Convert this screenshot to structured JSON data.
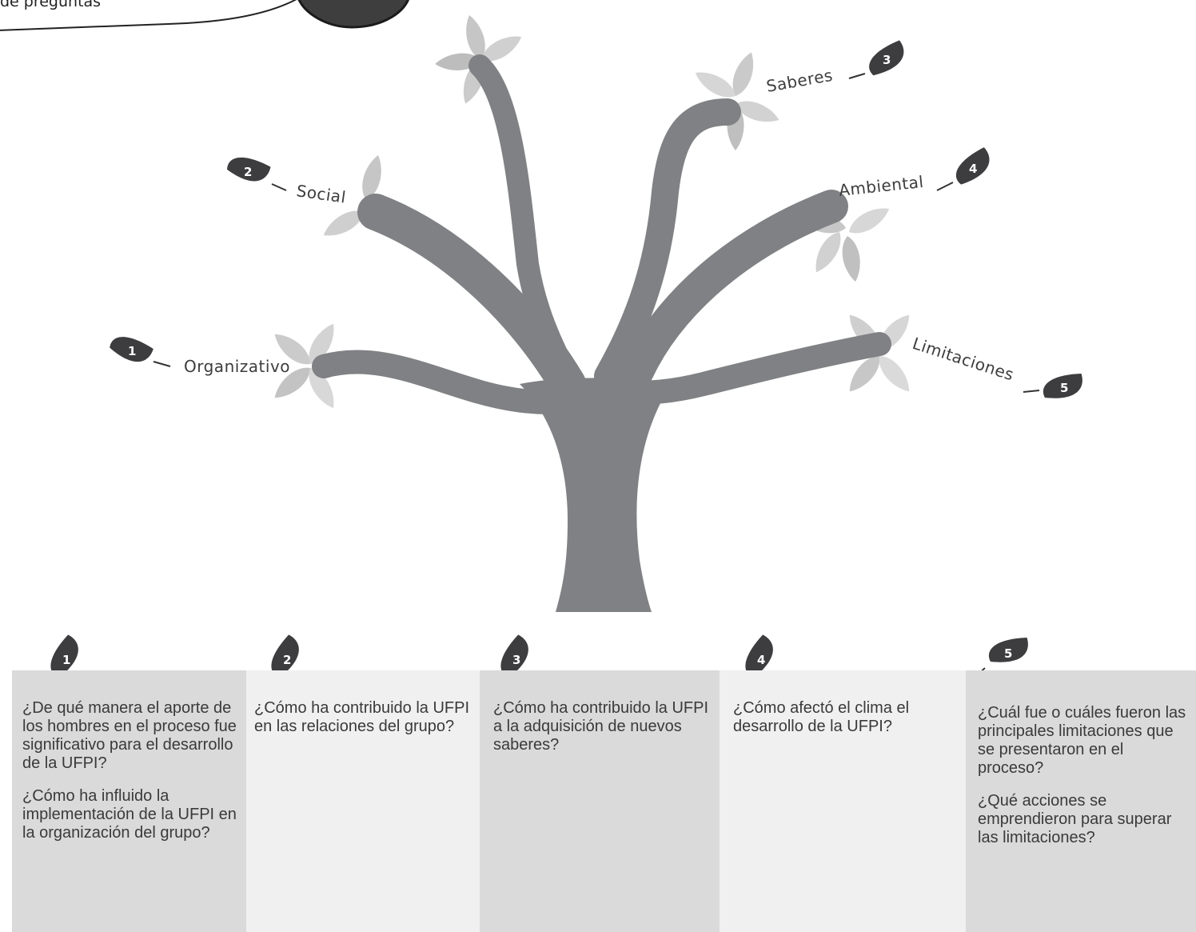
{
  "header": {
    "caption": "de preguntas"
  },
  "branches": [
    {
      "number": "1",
      "label": "Organizativo"
    },
    {
      "number": "2",
      "label": "Social"
    },
    {
      "number": "3",
      "label": "Saberes"
    },
    {
      "number": "4",
      "label": "Ambiental"
    },
    {
      "number": "5",
      "label": "Limitaciones"
    }
  ],
  "columns": [
    {
      "number": "1",
      "questions": [
        "¿De qué manera el aporte de los hombres en el proceso fue significativo para el desarrollo de la UFPI?",
        "¿Cómo ha influido la implementación de la UFPI en la organización del grupo?"
      ]
    },
    {
      "number": "2",
      "questions": [
        "¿Cómo ha contribuido la UFPI en las relaciones del grupo?"
      ]
    },
    {
      "number": "3",
      "questions": [
        "¿Cómo ha contribuido la UFPI a la adquisición de nuevos saberes?"
      ]
    },
    {
      "number": "4",
      "questions": [
        "¿Cómo afectó el clima el desarrollo de la UFPI?"
      ]
    },
    {
      "number": "5",
      "questions": [
        "¿Cuál fue o cuáles fueron las principales limitaciones que se presentaron en el proceso?",
        "¿Qué acciones se emprendieron para superar las limitaciones?"
      ]
    }
  ],
  "colors": {
    "trunk": "#808184",
    "leaf_light": "#c8c8c8",
    "badge": "#3d3d3f",
    "column_dark": "#dadada",
    "column_light": "#f0f0f0"
  }
}
